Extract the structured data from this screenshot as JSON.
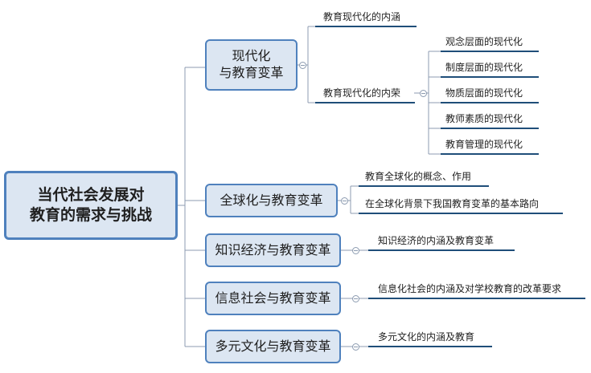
{
  "root": {
    "line1": "当代社会发展对",
    "line2": "教育的需求与挑战"
  },
  "branches": [
    {
      "label_line1": "现代化",
      "label_line2": "与教育变革",
      "children": [
        {
          "label": "教育现代化的内涵"
        },
        {
          "label": "教育现代化的内荣",
          "children": [
            {
              "label": "观念层面的现代化"
            },
            {
              "label": "制度层面的现代化"
            },
            {
              "label": "物质层面的现代化"
            },
            {
              "label": "教师素质的现代化"
            },
            {
              "label": "教育管理的现代化"
            }
          ]
        }
      ]
    },
    {
      "label": "全球化与教育变革",
      "children": [
        {
          "label": "教育全球化的概念、作用"
        },
        {
          "label": "在全球化背景下我国教育变革的基本路向"
        }
      ]
    },
    {
      "label": "知识经济与教育变革",
      "children": [
        {
          "label": "知识经济的内涵及教育变革"
        }
      ]
    },
    {
      "label": "信息社会与教育变革",
      "children": [
        {
          "label": "信息化社会的内涵及对学校教育的改革要求"
        }
      ]
    },
    {
      "label": "多元文化与教育变革",
      "children": [
        {
          "label": "多元文化的内涵及教育"
        }
      ]
    }
  ],
  "colors": {
    "node_fill": "#dce6f2",
    "node_border": "#4f81bd",
    "connector": "#8c9bb0",
    "underline": "#1f4e79"
  }
}
